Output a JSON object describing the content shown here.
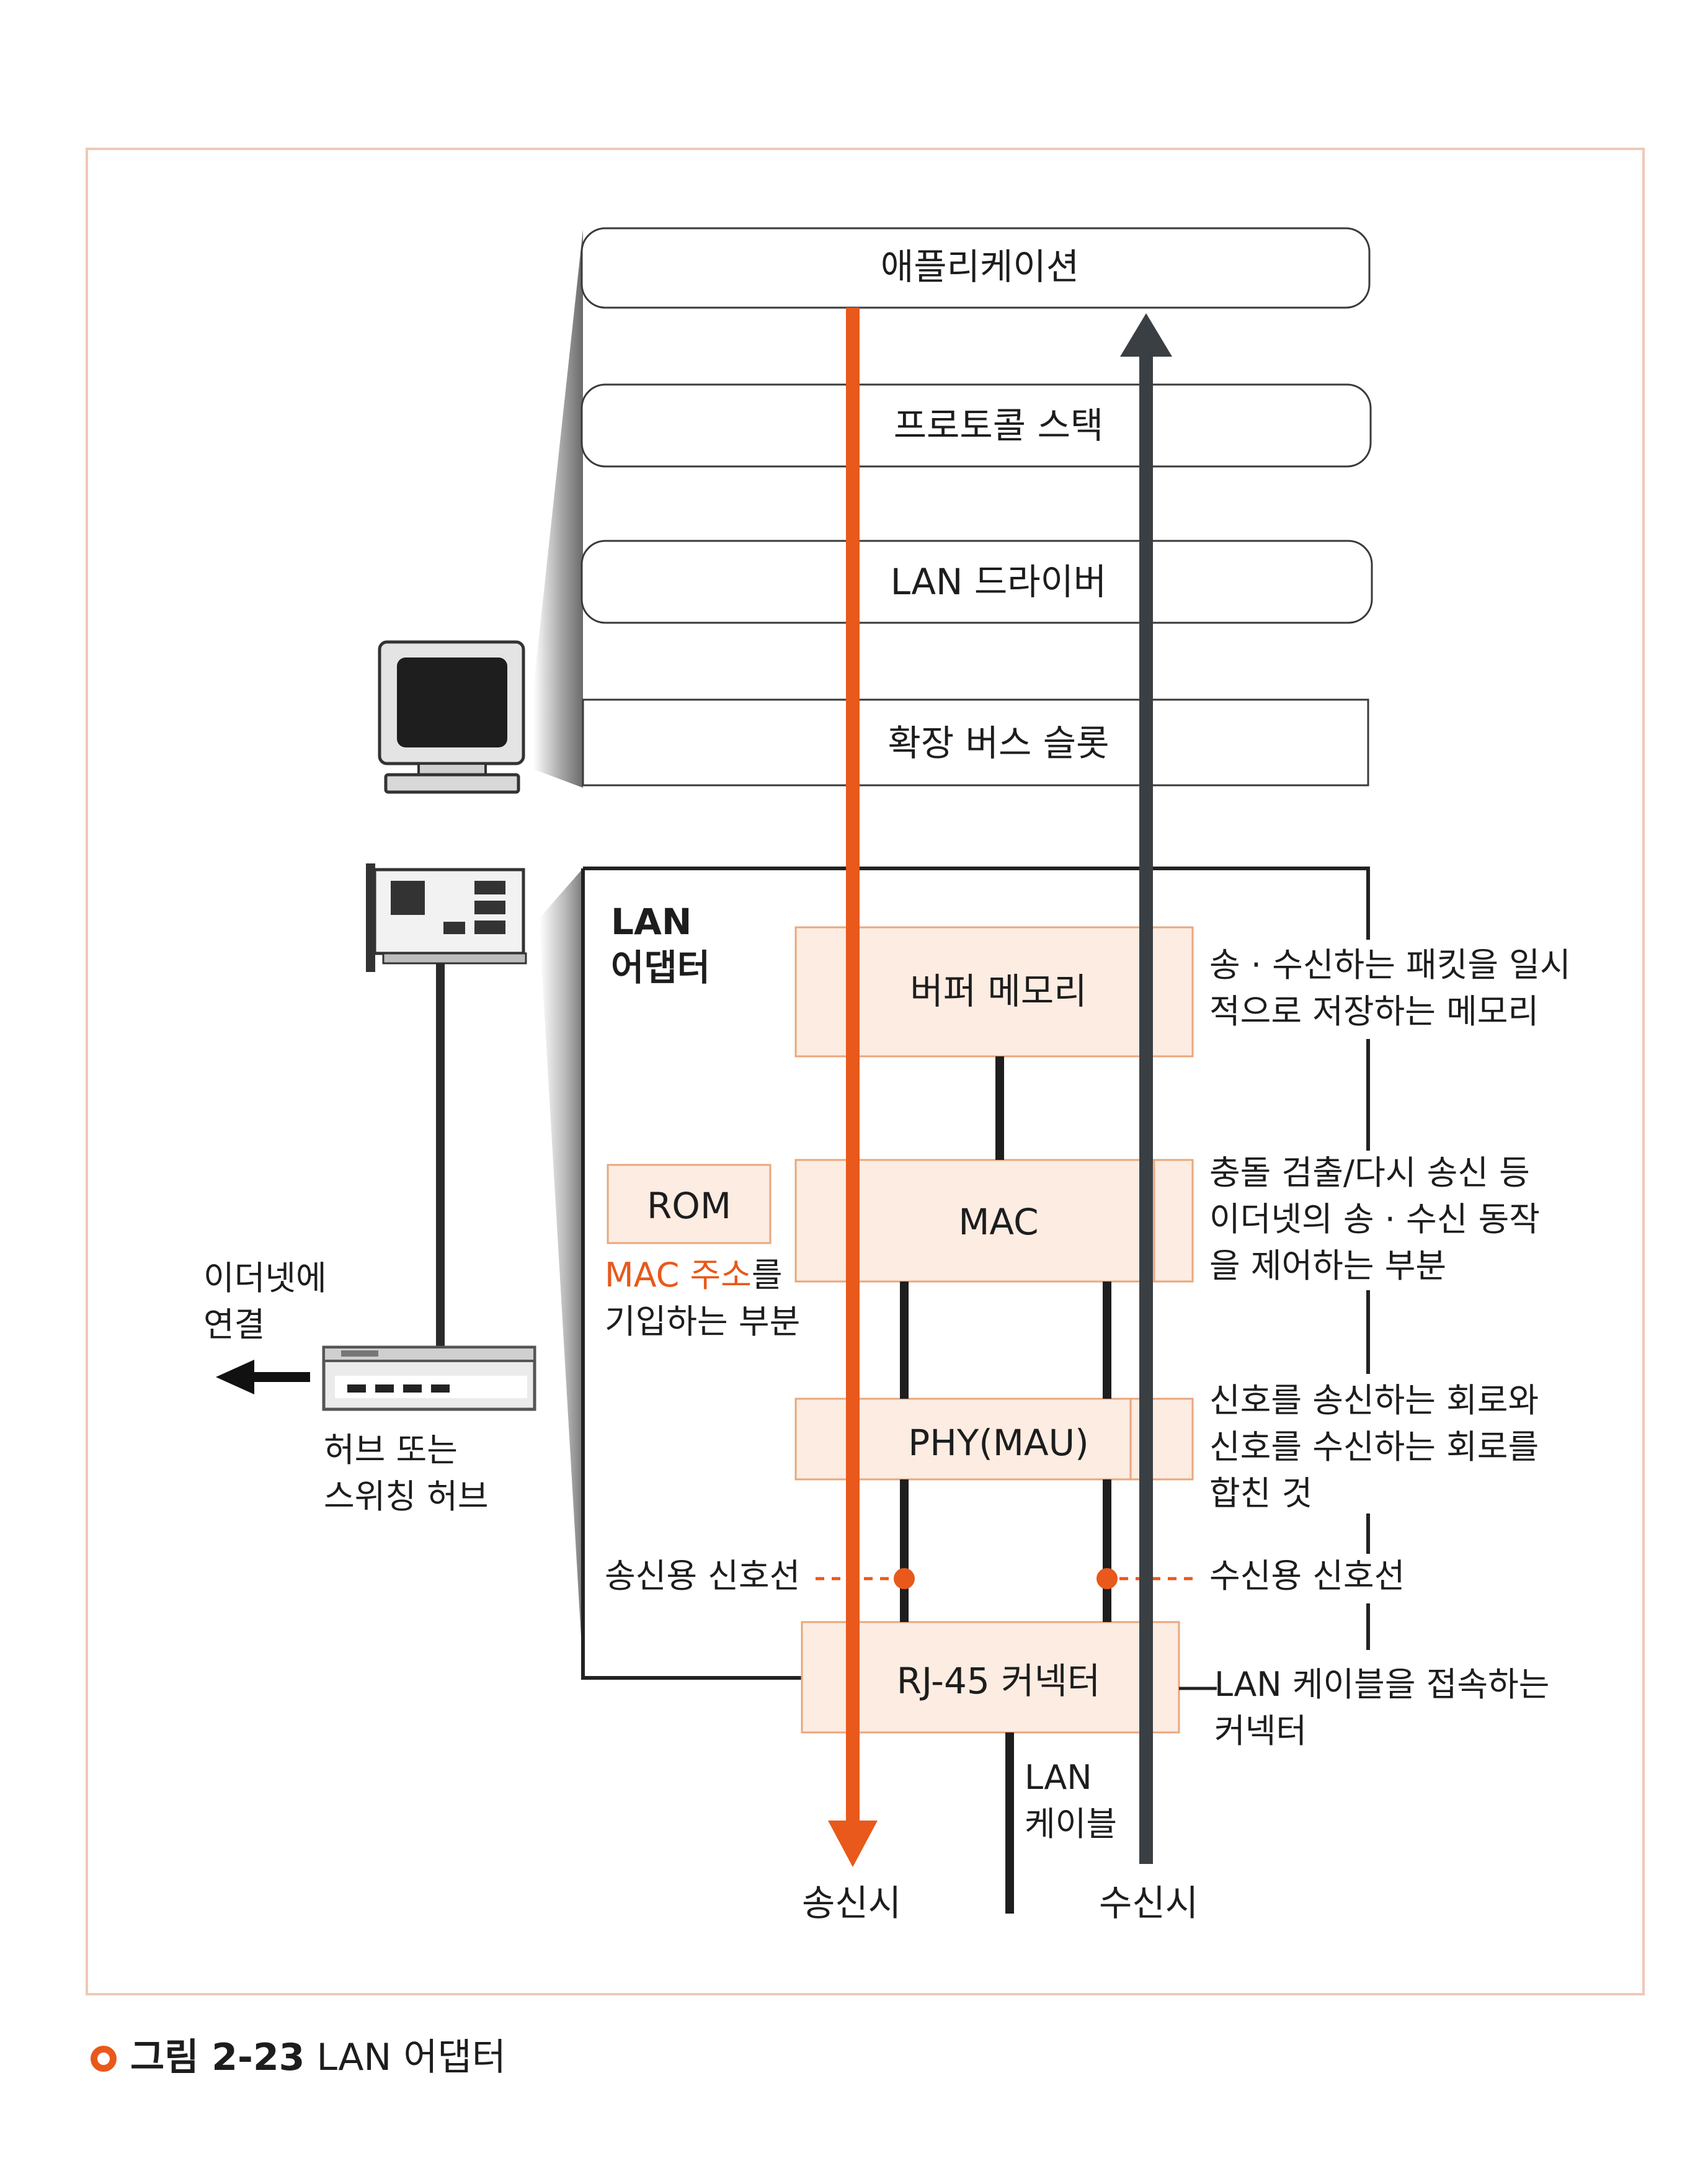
{
  "layers": {
    "application": "애플리케이션",
    "protocol_stack": "프로토콜 스택",
    "lan_driver": "LAN 드라이버",
    "expansion_slot": "확장 버스 슬롯"
  },
  "adapter": {
    "title_line1": "LAN",
    "title_line2": "어댑터",
    "buffer_memory": "버퍼 메모리",
    "mac": "MAC",
    "phy": "PHY(MAU)",
    "rom": "ROM",
    "rj45": "RJ-45 커넥터"
  },
  "notes": {
    "buffer_line1": "송 · 수신하는 패킷을 일시",
    "buffer_line2": "적으로 저장하는 메모리",
    "mac_line1": "충돌 검출/다시 송신 등",
    "mac_line2": "이더넷의 송 · 수신 동작",
    "mac_line3": "을 제어하는 부분",
    "phy_line1": "신호를 송신하는 회로와",
    "phy_line2": "신호를 수신하는 회로를",
    "phy_line3": "합친 것",
    "rom_highlight": "MAC 주소",
    "rom_line1_rest": "를",
    "rom_line2": "기입하는 부분",
    "tx_signal": "송신용 신호선",
    "rx_signal": "수신용 신호선",
    "rj45_line1": "LAN 케이블을 접속하는",
    "rj45_line2": "커넥터"
  },
  "cable": {
    "line1": "LAN",
    "line2": "케이블"
  },
  "directions": {
    "send": "송신시",
    "receive": "수신시"
  },
  "left": {
    "ethernet_line1": "이더넷에",
    "ethernet_line2": "연결",
    "hub_line1": "허브 또는",
    "hub_line2": "스위칭 허브"
  },
  "caption": {
    "label": "그림 2-23",
    "title": "LAN 어댑터"
  },
  "colors": {
    "accent": "#e8591b",
    "receive_arrow": "#3a3f44",
    "box_fill": "#fcece2",
    "box_border": "#e9a77e",
    "frame": "#f0c8b8"
  },
  "icons": {
    "monitor": "monitor-icon",
    "network_card": "network-card-icon",
    "hub": "hub-icon"
  }
}
